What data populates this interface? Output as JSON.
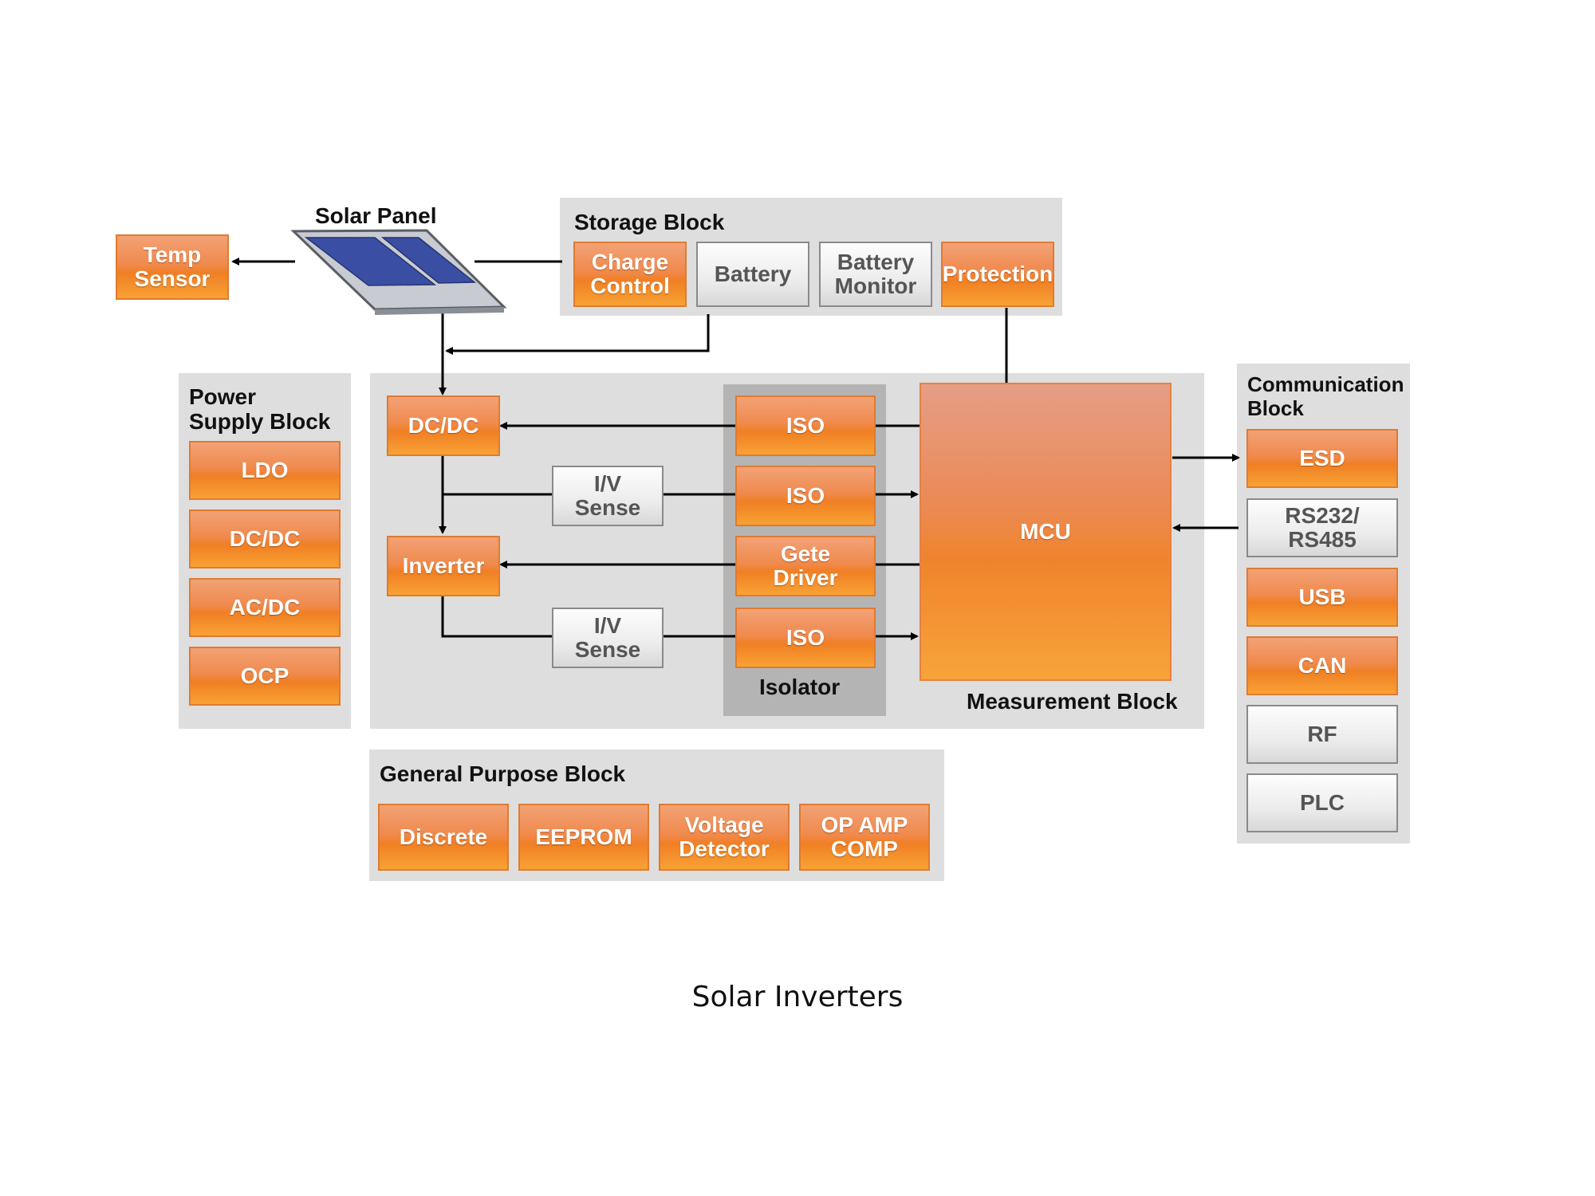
{
  "solar_panel": {
    "label": "Solar Panel"
  },
  "temp_sensor": {
    "label": "Temp\nSensor"
  },
  "storage_block": {
    "title": "Storage Block",
    "items": [
      "Charge\nControl",
      "Battery",
      "Battery\nMonitor",
      "Protection"
    ]
  },
  "power_supply_block": {
    "title": "Power\nSupply Block",
    "items": [
      "LDO",
      "DC/DC",
      "AC/DC",
      "OCP"
    ]
  },
  "measurement_block": {
    "title": "Measurement Block",
    "dcdc": "DC/DC",
    "inverter": "Inverter",
    "iv_sense_1": "I/V\nSense",
    "iv_sense_2": "I/V\nSense",
    "mcu": "MCU"
  },
  "isolator": {
    "title": "Isolator",
    "items": [
      "ISO",
      "ISO",
      "Gete\nDriver",
      "ISO"
    ]
  },
  "communication_block": {
    "title": "Communication\nBlock",
    "items": [
      "ESD",
      "RS232/\nRS485",
      "USB",
      "CAN",
      "RF",
      "PLC"
    ]
  },
  "general_purpose_block": {
    "title": "General Purpose Block",
    "items": [
      "Discrete",
      "EEPROM",
      "Voltage\nDetector",
      "OP AMP\nCOMP"
    ]
  },
  "caption": "Solar Inverters",
  "colors": {
    "accent_orange": "#f08a30",
    "panel_grey": "#dedede",
    "isolator_grey": "#b4b4b4"
  }
}
